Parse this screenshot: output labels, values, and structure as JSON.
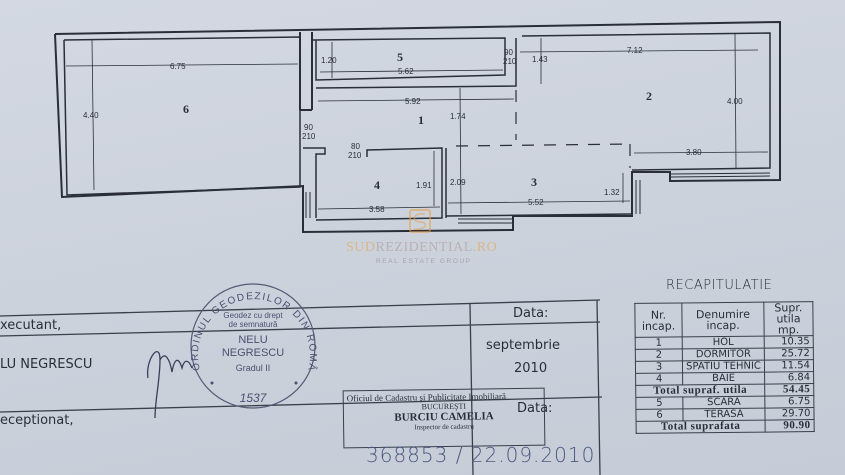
{
  "floor_plan": {
    "rooms": [
      {
        "number": "1",
        "dims": [
          "5.92",
          "1.74"
        ]
      },
      {
        "number": "2",
        "dims": [
          "7.12",
          "4.00",
          "1.43",
          "3.80"
        ]
      },
      {
        "number": "3",
        "dims": [
          "5.52",
          "2.09",
          "1.32"
        ]
      },
      {
        "number": "4",
        "dims": [
          "3.58",
          "1.91"
        ]
      },
      {
        "number": "5",
        "dims": [
          "5.62",
          "1.20"
        ]
      },
      {
        "number": "6",
        "dims": [
          "6.75",
          "4.40"
        ]
      }
    ],
    "doors": [
      {
        "width": "90",
        "height": "210"
      },
      {
        "width": "90",
        "height": "210"
      },
      {
        "width": "80",
        "height": "210"
      }
    ]
  },
  "watermark": {
    "brand_left": "SUD",
    "brand_mid": "REZIDENTIAL",
    "brand_right": ".RO",
    "tagline": "REAL ESTATE GROUP"
  },
  "recap": {
    "title": "RECAPITULATIE",
    "headers": [
      "Nr. incap.",
      "Denumire incap.",
      "Supr. utila mp."
    ],
    "rows": [
      {
        "nr": "1",
        "name": "HOL",
        "area": "10.35"
      },
      {
        "nr": "2",
        "name": "DORMITOR",
        "area": "25.72"
      },
      {
        "nr": "3",
        "name": "SPATIU TEHNIC",
        "area": "11.54"
      },
      {
        "nr": "4",
        "name": "BAIE",
        "area": "6.84"
      }
    ],
    "subtotal_label": "Total supraf. utila",
    "subtotal_value": "54.45",
    "extra_rows": [
      {
        "nr": "5",
        "name": "SCARA",
        "area": "6.75"
      },
      {
        "nr": "6",
        "name": "TERASA",
        "area": "29.70"
      }
    ],
    "total_label": "Total suprafata",
    "total_value": "90.90"
  },
  "signature_block": {
    "executant_label": "xecutant,",
    "executant_name": "LU NEGRESCU",
    "receptionat_label": "eceptionat,",
    "date_label_1": "Data:",
    "date_value_month": "septembrie",
    "date_value_year": "2010",
    "date_label_2": "Data:"
  },
  "seal": {
    "ring_text": "ORDINUL GEODEZILOR DIN ROMÂNIA",
    "line1": "Geodez cu drept",
    "line2": "de semnatură",
    "name1": "NELU",
    "name2": "NEGRESCU",
    "grade": "Gradul II",
    "number": "1537"
  },
  "official_stamp": {
    "office": "Oficiul de Cadastru şi Publicitate Imobiliară",
    "city": "BUCUREŞTI",
    "name": "BURCIU CAMELIA",
    "role": "Inspector de cadastru",
    "handwritten": "368853 / 22.09.2010"
  }
}
